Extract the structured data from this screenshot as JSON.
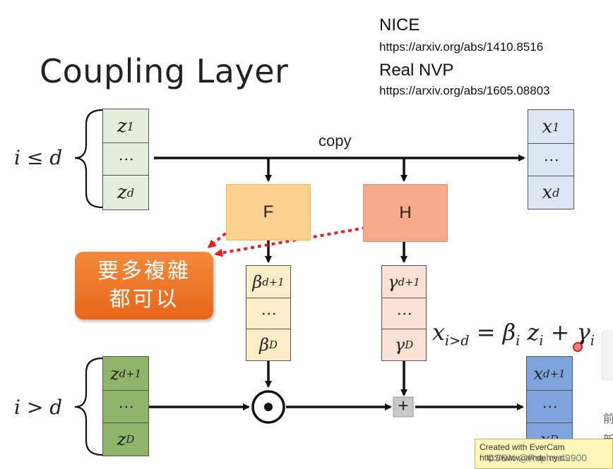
{
  "title": "Coupling Layer",
  "references": [
    {
      "name": "NICE",
      "url": "https://arxiv.org/abs/1410.8516"
    },
    {
      "name": "Real NVP",
      "url": "https://arxiv.org/abs/1605.08803"
    }
  ],
  "copy_label": "copy",
  "f_label": "F",
  "h_label": "H",
  "callout": {
    "line1": "要多複雜",
    "line2": "都可以"
  },
  "plus_sign": "+",
  "watermark": {
    "line1": "Created with EverCam",
    "line2": "http://www.camdemy.c..."
  },
  "csdn": "CSDN @Raphael9900",
  "side_chars": [
    "前",
    "新"
  ],
  "colors": {
    "z_top": "#e3eedb",
    "x_top": "#dce6f4",
    "z_bottom": "#8fb56a",
    "x_bottom": "#7fa3dc",
    "f_box": "#fcd28e",
    "h_box": "#f7a98c",
    "beta": "#fdecc8",
    "gamma": "#fbe0d4",
    "callout": "#ee7425",
    "arrow_dotted": "#e82020"
  }
}
